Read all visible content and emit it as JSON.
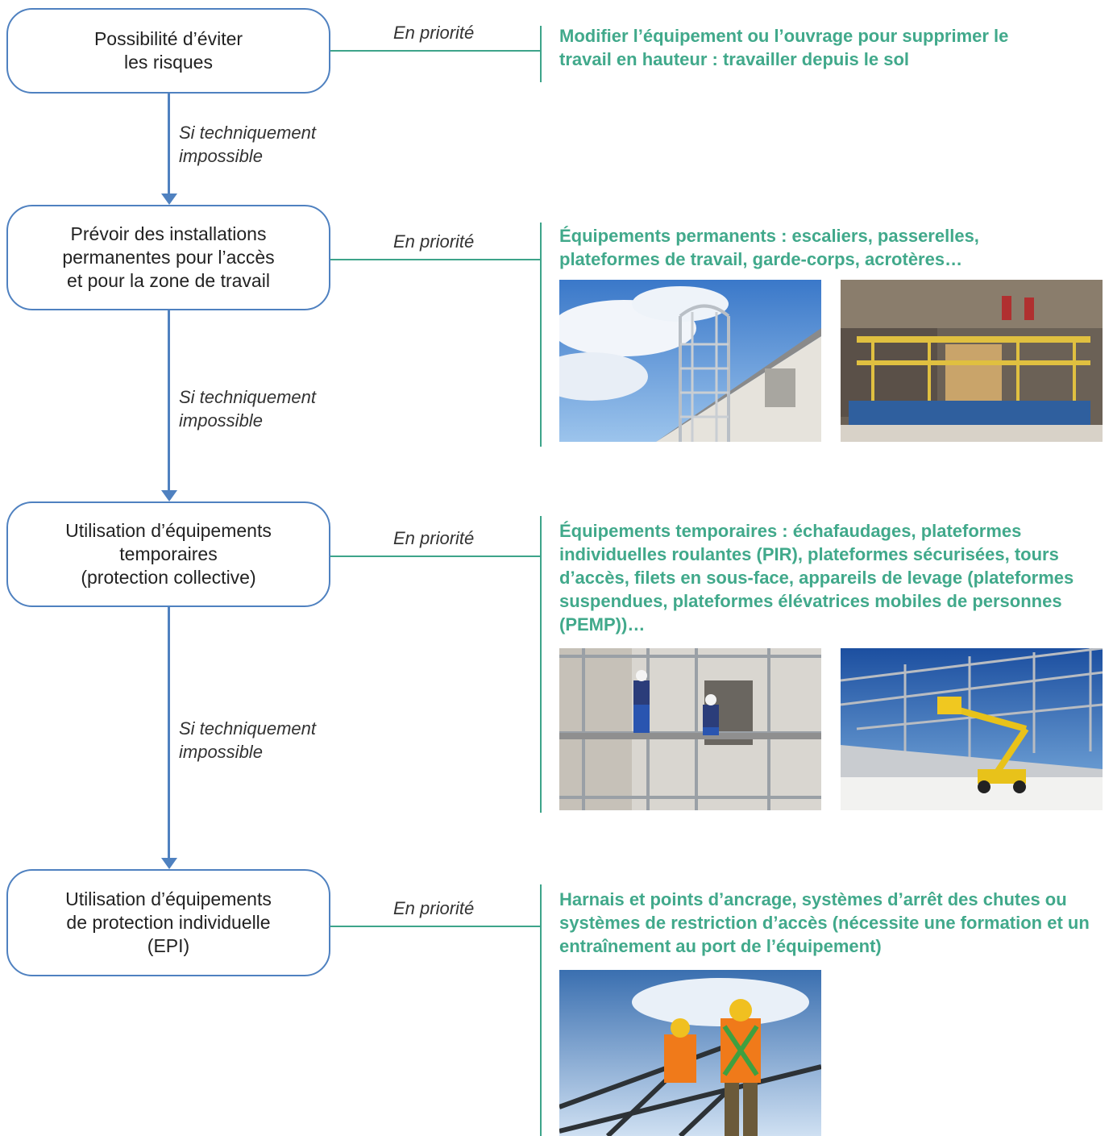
{
  "steps": [
    {
      "label": "Possibilité d’éviter\nles risques",
      "priority": "En priorité",
      "measure": "Modifier l’équipement ou l’ouvrage pour supprimer le travail en hauteur : travailler depuis le sol"
    },
    {
      "label": "Prévoir des installations\npermanentes pour l’accès\net pour la zone de travail",
      "priority": "En priorité",
      "measure": "Équipements permanents : escaliers, passerelles, plateformes de travail, garde-corps, acrotères…"
    },
    {
      "label": "Utilisation d’équipements\ntemporaires\n(protection collective)",
      "priority": "En priorité",
      "measure": "Équipements temporaires : échafaudages, plateformes individuelles roulantes (PIR), plateformes sécurisées, tours d’accès, filets en sous-face, appareils de levage (plateformes suspendues, plateformes élévatrices mobiles de personnes (PEMP))…"
    },
    {
      "label": "Utilisation d’équipements\nde protection individuelle\n(EPI)",
      "priority": "En priorité",
      "measure": "Harnais et points d’ancrage, systèmes d’arrêt des chutes ou systèmes de restriction d’accès (nécessite une formation et un entraînement au port de l’équipement)"
    }
  ],
  "conditions": [
    "Si techniquement\nimpossible",
    "Si techniquement\nimpossible",
    "Si techniquement\nimpossible"
  ],
  "colors": {
    "box_border": "#4f81c0",
    "connector": "#3da48a",
    "measure_text": "#41a98b"
  }
}
